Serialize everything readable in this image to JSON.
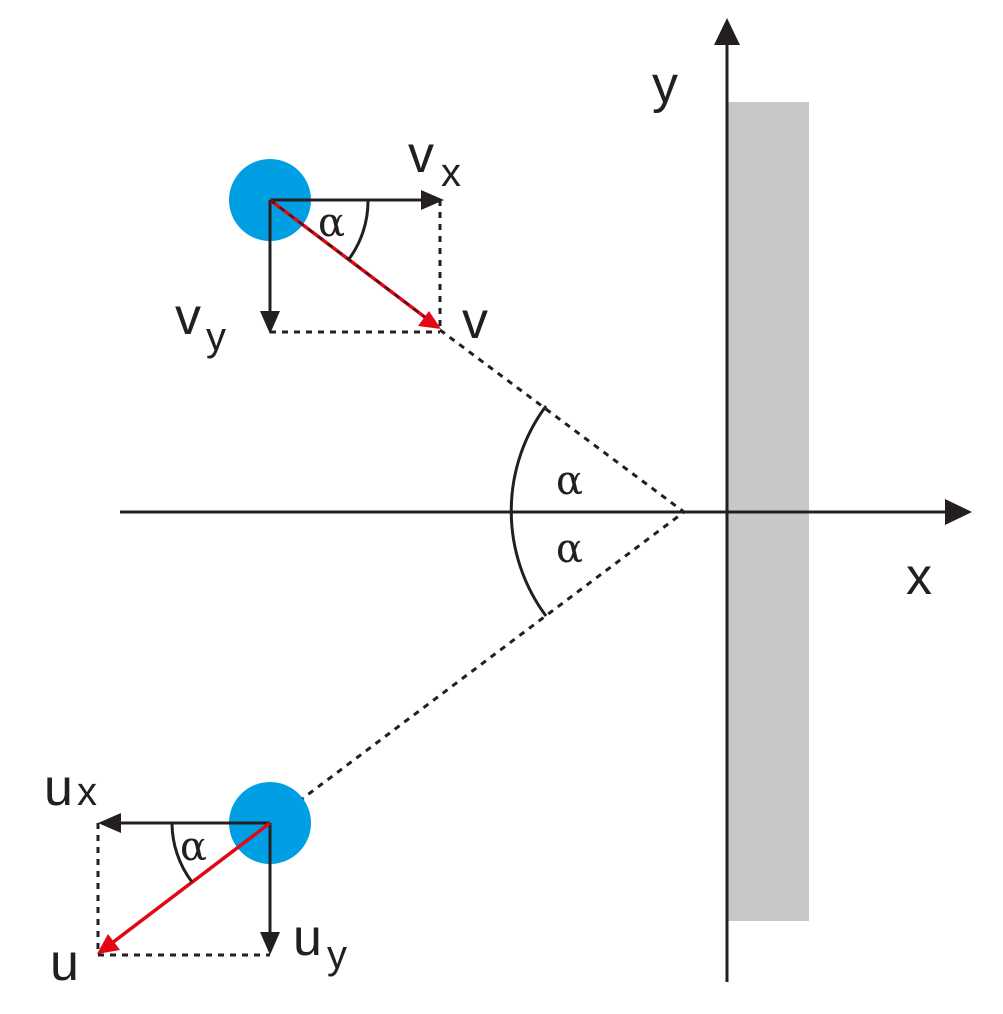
{
  "labels": {
    "y_axis": "y",
    "x_axis": "x",
    "v_x_main": "v",
    "v_x_sub": "x",
    "v_y_main": "v",
    "v_y_sub": "y",
    "v": "v",
    "alpha_top": "α",
    "alpha_center_upper": "α",
    "alpha_center_lower": "α",
    "alpha_bottom": "α",
    "u_x_main": "u",
    "u_x_sub": "x",
    "u_y_main": "u",
    "u_y_sub": "y",
    "u": "u"
  },
  "colors": {
    "line": "#231f20",
    "ball": "#009fe3",
    "velocity": "#e30613",
    "wall": "#c6c7c7",
    "background": "#ffffff"
  }
}
